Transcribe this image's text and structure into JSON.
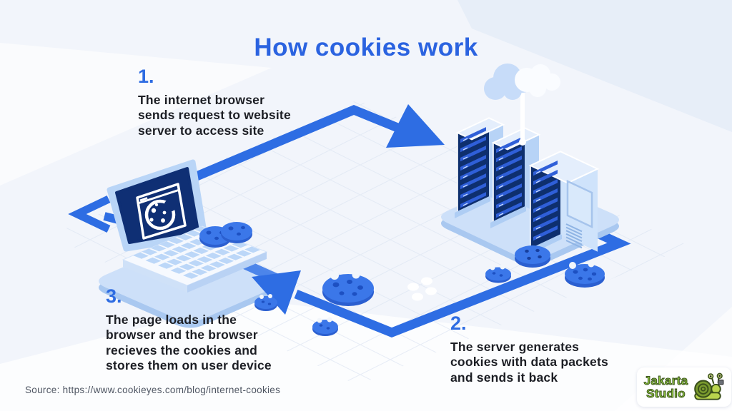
{
  "title": "How cookies work",
  "steps": [
    {
      "number": "1.",
      "text": "The internet browser\nsends request to website\nserver to access site"
    },
    {
      "number": "2.",
      "text": "The server generates\ncookies with data packets\nand sends it back"
    },
    {
      "number": "3.",
      "text": "The page loads in the\nbrowser and the browser\nrecieves the cookies and\nstores them on user device"
    }
  ],
  "source": "Source: https://www.cookieyes.com/blog/internet-cookies",
  "branding": {
    "line1": "Jakarta",
    "line2": "Studio",
    "mascot": "snail-with-camera-icon"
  },
  "diagram": {
    "nodes": [
      "laptop-browser-with-cookie",
      "server-rack-towers",
      "cloud-above-server"
    ],
    "arrows": [
      "browser-request-to-server",
      "server-cookies-back-to-browser"
    ],
    "decorations": [
      "cookie-icon",
      "data-packets-icon",
      "isometric-grid"
    ]
  },
  "colors": {
    "accent_blue": "#2e6de3",
    "navy": "#0f2f74",
    "light_blue": "#cde0f9",
    "cookie_blue": "#3b77e9",
    "text": "#1c1e24",
    "source_text": "#4f5663",
    "brand_green": "#8ec63f",
    "background": "#f2f5fb"
  }
}
